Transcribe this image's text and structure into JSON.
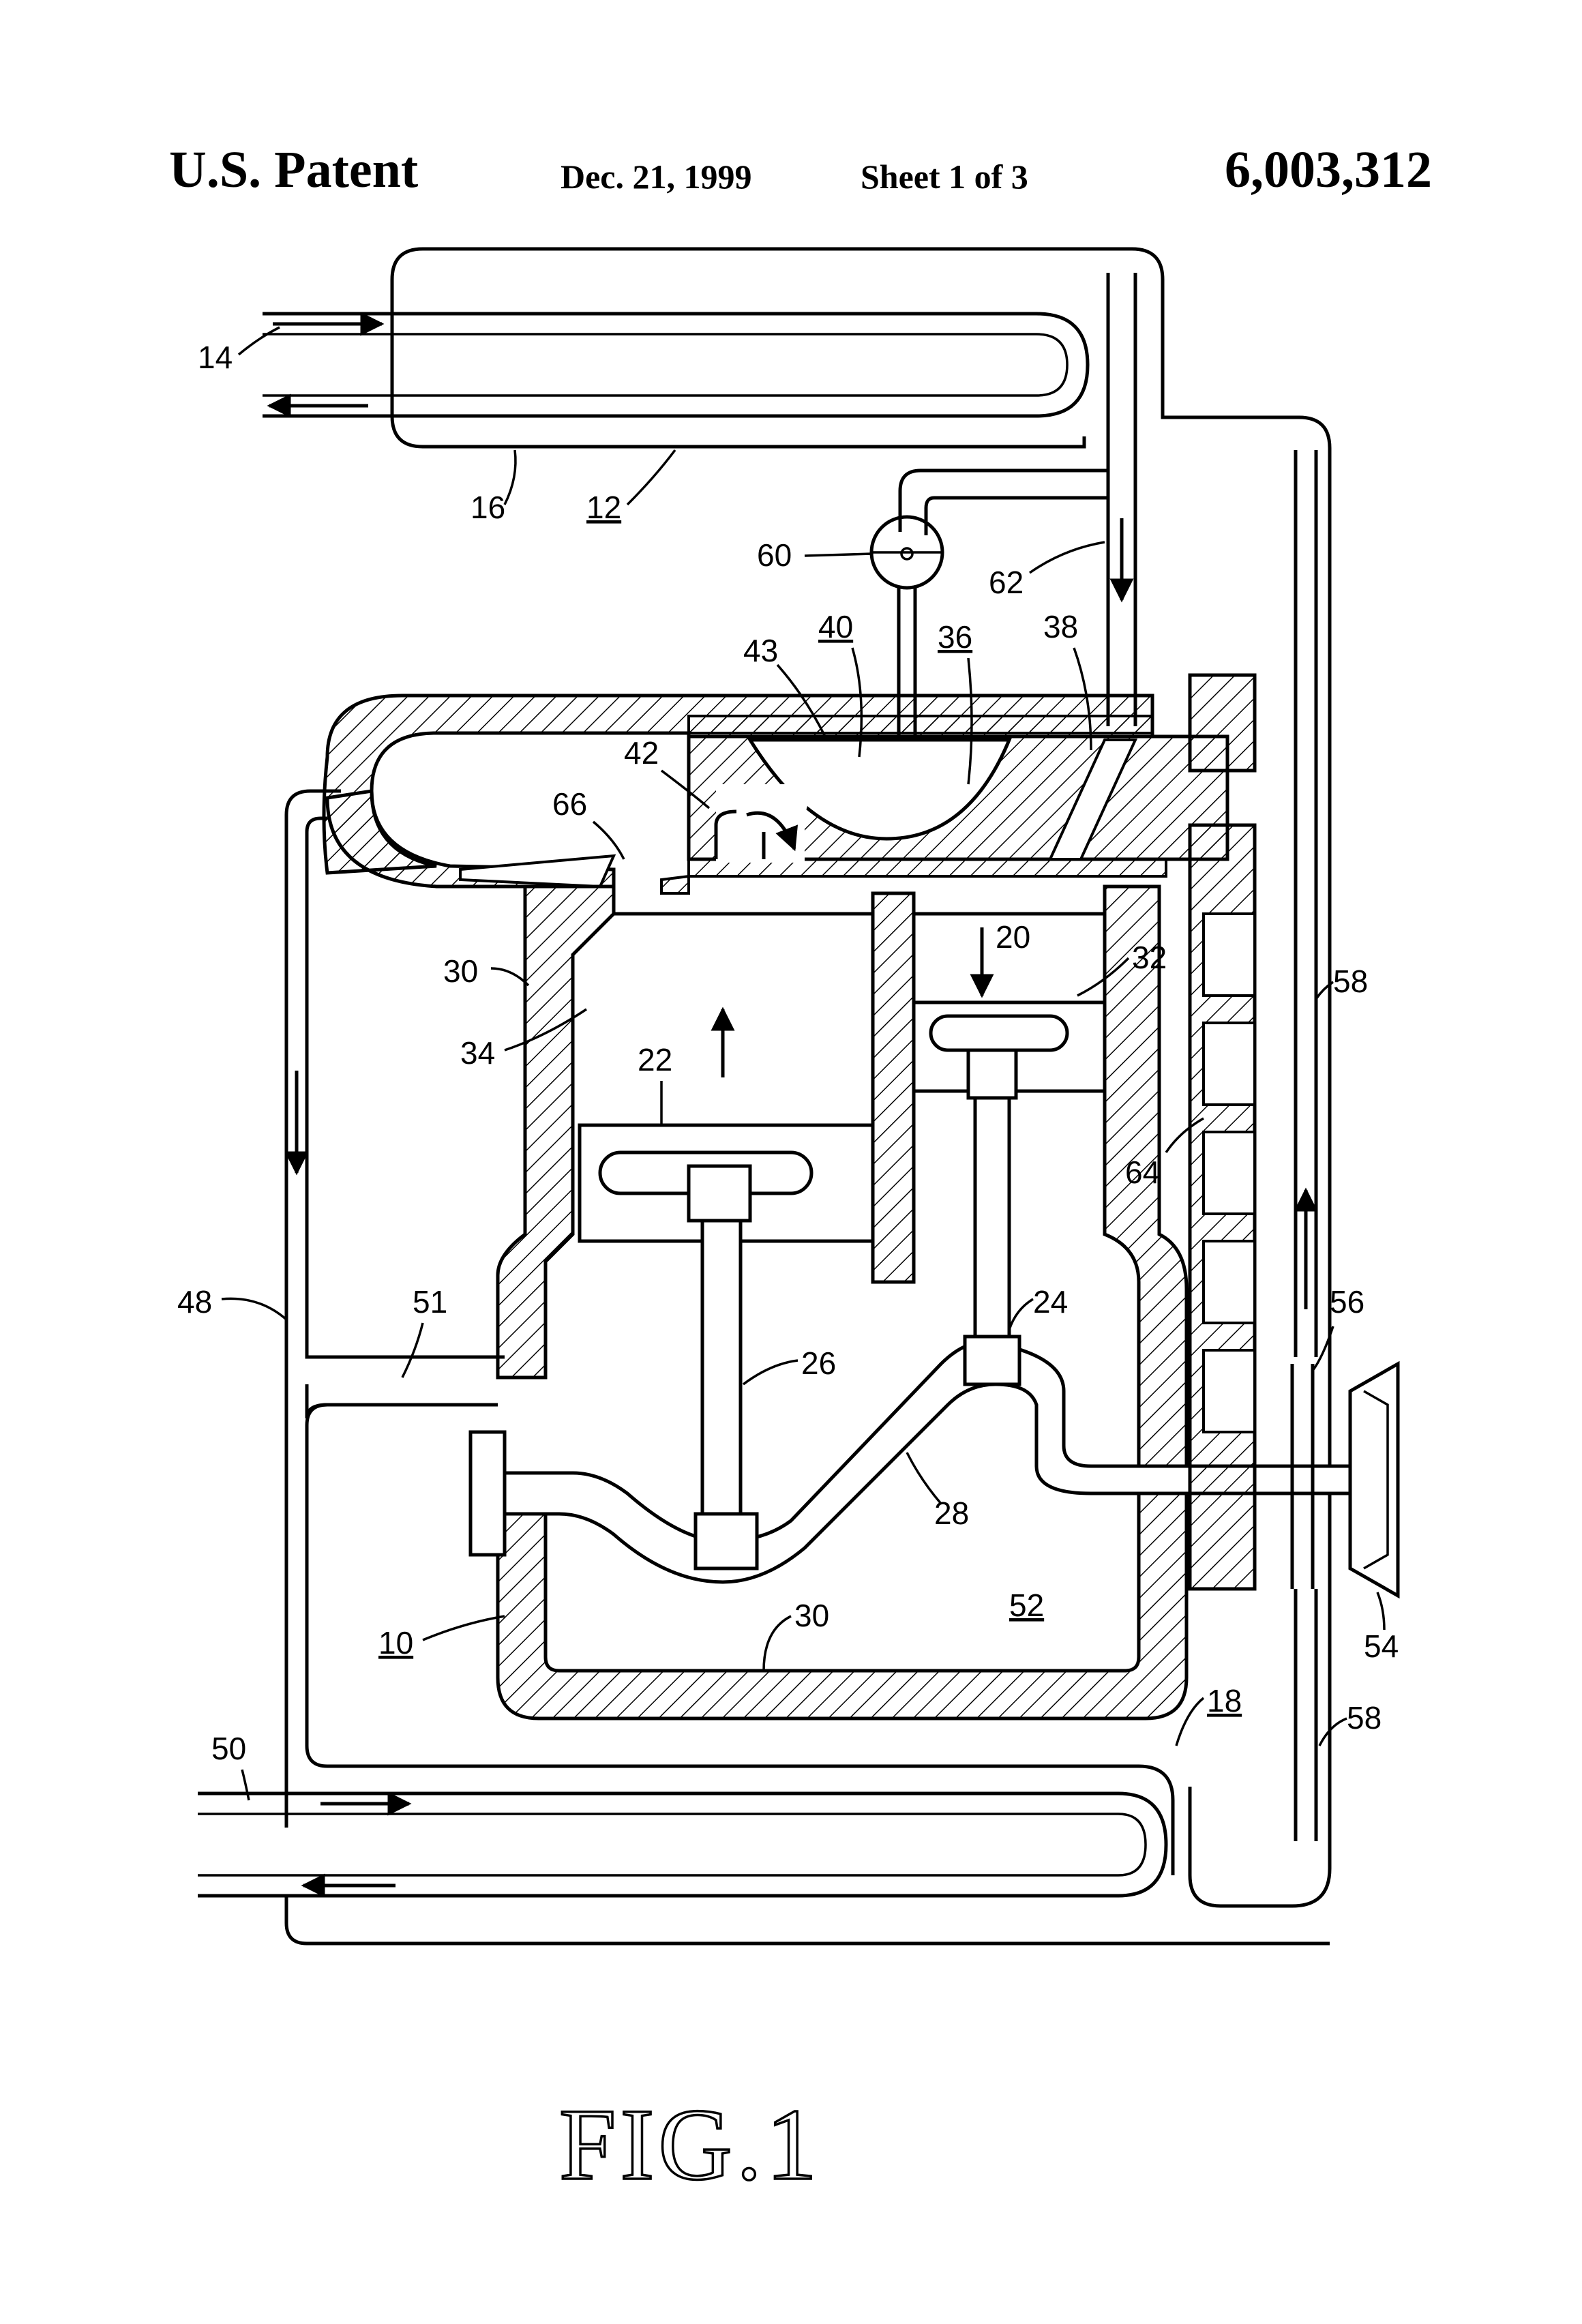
{
  "header": {
    "left": "U.S. Patent",
    "date": "Dec. 21, 1999",
    "sheet": "Sheet 1 of 3",
    "patent_number": "6,003,312"
  },
  "figure": {
    "title": "FIG.1",
    "labels": {
      "l14": "14",
      "l16": "16",
      "l12": "12",
      "l60": "60",
      "l62": "62",
      "l43": "43",
      "l40": "40",
      "l36": "36",
      "l38": "38",
      "l42": "42",
      "l66": "66",
      "l20": "20",
      "l32": "32",
      "l58a": "58",
      "l30a": "30",
      "l34": "34",
      "l22": "22",
      "l64": "64",
      "l48": "48",
      "l51": "51",
      "l24": "24",
      "l56": "56",
      "l26": "26",
      "l28": "28",
      "l52": "52",
      "l54": "54",
      "l10": "10",
      "l30b": "30",
      "l18": "18",
      "l58b": "58",
      "l50": "50"
    }
  }
}
